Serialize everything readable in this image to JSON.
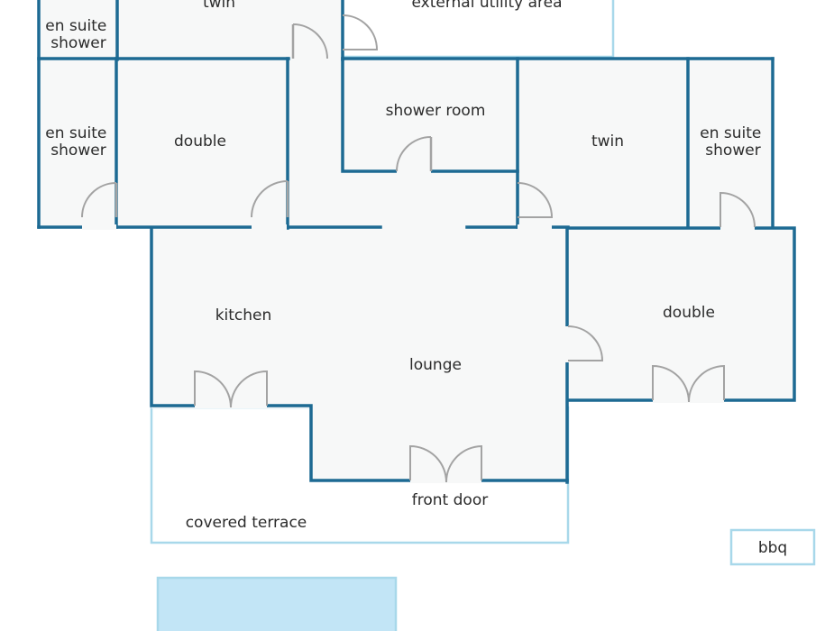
{
  "labels": {
    "twin_top": "twin",
    "ext_utility": "external utility area",
    "ensuite_top": "en suite\nshower",
    "ensuite_left": "en suite\nshower",
    "double_left": "double",
    "shower_room": "shower room",
    "twin_right": "twin",
    "ensuite_right": "en suite\nshower",
    "kitchen": "kitchen",
    "lounge": "lounge",
    "double_right": "double",
    "front_door": "front door",
    "covered_terrace": "covered terrace",
    "bbq": "bbq"
  },
  "colors": {
    "wall": "#1d6a93",
    "outline": "#a8d8ea",
    "pool": "#c2e5f6",
    "room_fill": "#f7f8f8",
    "door": "#a3a3a3"
  }
}
